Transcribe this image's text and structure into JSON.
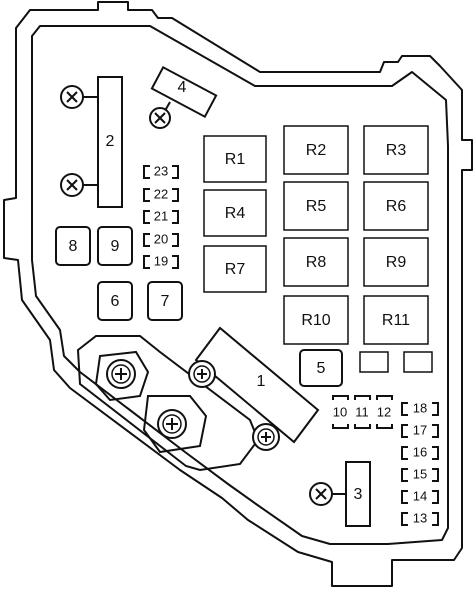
{
  "colors": {
    "ink": "#111111",
    "fill": "#ffffff",
    "small_box": "#ffffff"
  },
  "fuses": {
    "large": [
      "1",
      "2",
      "3",
      "4"
    ],
    "square": [
      "5",
      "6",
      "7",
      "8",
      "9"
    ],
    "vertical": [
      "10",
      "11",
      "12"
    ],
    "left_col": [
      "23",
      "22",
      "21",
      "20",
      "19"
    ],
    "right_col": [
      "18",
      "17",
      "16",
      "15",
      "14",
      "13"
    ]
  },
  "relays": [
    "R1",
    "R2",
    "R3",
    "R4",
    "R5",
    "R6",
    "R7",
    "R8",
    "R9",
    "R10",
    "R11"
  ],
  "icons": {
    "bolt_cross": "screw-x-icon",
    "bolt_plus": "screw-plus-icon"
  }
}
